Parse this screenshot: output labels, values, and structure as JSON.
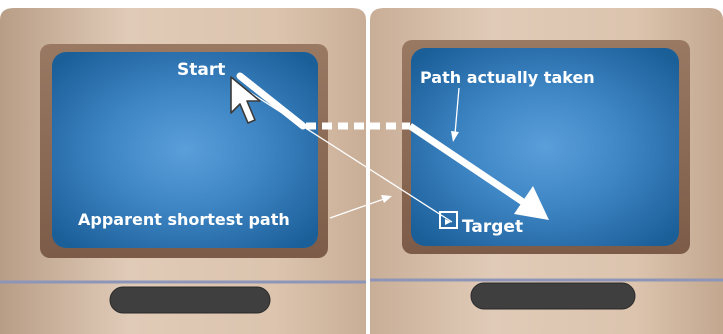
{
  "labels": {
    "start": "Start",
    "path_actually_taken": "Path actually taken",
    "apparent_shortest_path": "Apparent shortest path",
    "target": "Target"
  },
  "colors": {
    "background": "#ffffff",
    "monitor_body": "#d9c2ad",
    "monitor_shadow": "#b89d86",
    "bezel": "#8a6a55",
    "screen_edge": "#1b5f99",
    "screen_center": "#5a9fda",
    "stripe": "#8d96b8",
    "slot": "#3f3f3f",
    "arrow": "#ffffff"
  },
  "icons": {
    "cursor": "mouse-pointer-icon",
    "target": "target-box-icon"
  }
}
